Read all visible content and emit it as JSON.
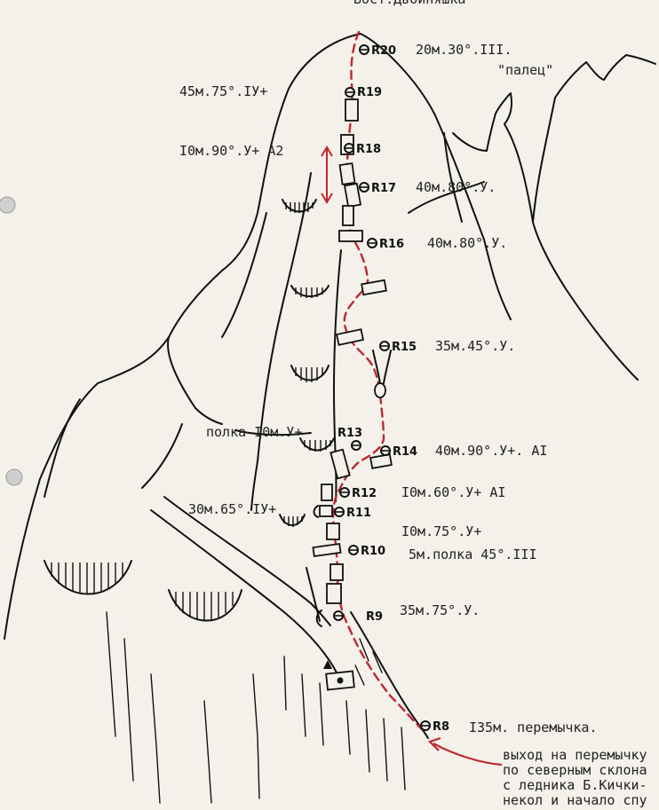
{
  "title": "Вост.Двойняшка",
  "palets": "\"палец\"",
  "belays": [
    {
      "id": "R20",
      "label": "R20",
      "desc": "20м.30°.III."
    },
    {
      "id": "R19",
      "label": "R19",
      "desc": "45м.75°.IУ+"
    },
    {
      "id": "R18",
      "label": "R18",
      "desc": "I0м.90°.У+ A2"
    },
    {
      "id": "R17",
      "label": "R17",
      "desc": "40м.80°.У."
    },
    {
      "id": "R16",
      "label": "R16",
      "desc": "40м.80°.У."
    },
    {
      "id": "R15",
      "label": "R15",
      "desc": "35м.45°.У."
    },
    {
      "id": "R14",
      "label": "R14",
      "desc": "40м.90°.У+. AI"
    },
    {
      "id": "R13",
      "label": "R13",
      "desc": "полка   I0м.У+"
    },
    {
      "id": "R12",
      "label": "R12",
      "desc": "I0м.60°.У+ AI"
    },
    {
      "id": "R11",
      "label": "R11",
      "desc": "I0м.75°.У+"
    },
    {
      "id": "R10",
      "label": "R10",
      "desc": "5м.полка 45°.III"
    },
    {
      "id": "R9",
      "label": "R9",
      "desc": "35м.75°.У."
    },
    {
      "id": "R8",
      "label": "R8",
      "desc": "I35м. перемычка."
    }
  ],
  "side_note": "30м.65°.IУ+",
  "approach": [
    "выход на перемычку",
    "по северным склона",
    "с ледника Б.Кички-",
    "некол и начало спу"
  ]
}
